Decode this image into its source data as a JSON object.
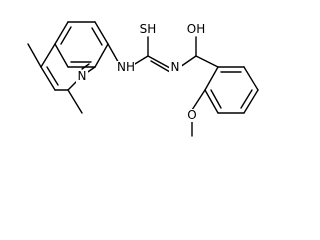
{
  "molecule": {
    "atom_labels": {
      "quinoline_n": "N",
      "nh_left": "NH",
      "thione_s": "SH",
      "nh_right": "N",
      "carbonyl_o": "OH",
      "methoxy_o": "O"
    }
  }
}
